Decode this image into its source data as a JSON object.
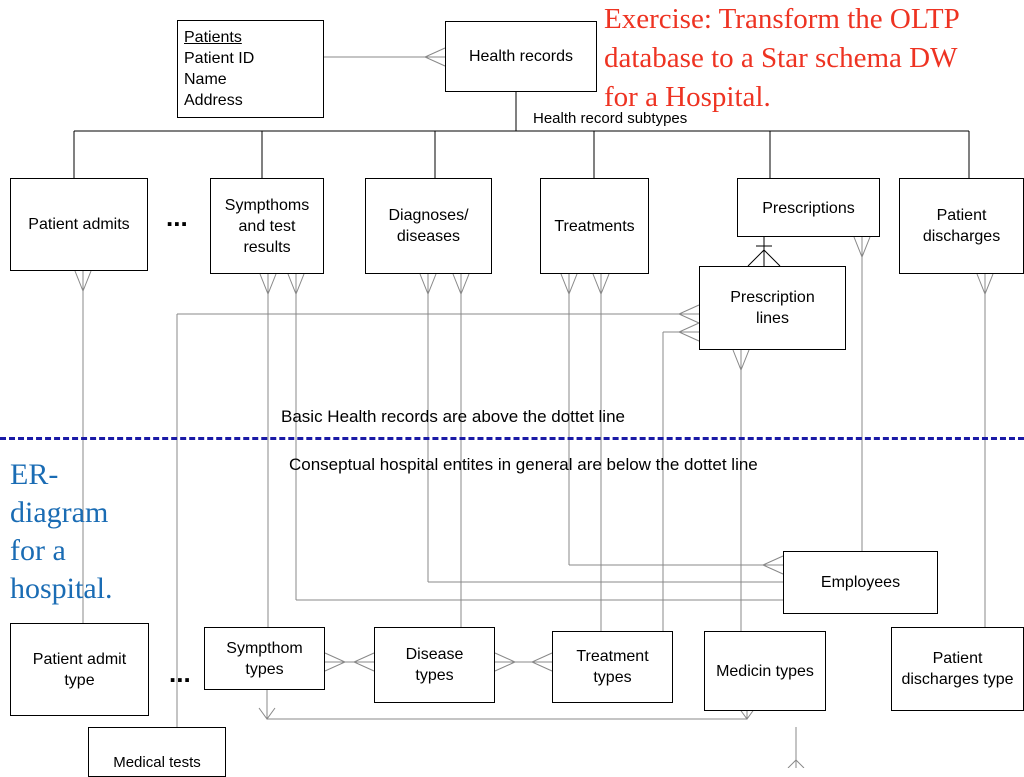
{
  "exercise_title": "Exercise: Transform the OLTP\ndatabase to a Star schema DW\nfor a Hospital.",
  "er_title": "ER-\ndiagram\nfor a\nhospital.",
  "patients": {
    "title": "Patients",
    "fields": [
      "Patient ID",
      "Name",
      "Address"
    ]
  },
  "entities": {
    "health_records": "Health records",
    "patient_admits": "Patient admits",
    "symptoms_results": "Sympthoms\nand test\nresults",
    "diagnoses": "Diagnoses/\ndiseases",
    "treatments": "Treatments",
    "prescriptions": "Prescriptions",
    "patient_discharges": "Patient\ndischarges",
    "prescription_lines": "Prescription\nlines",
    "employees": "Employees",
    "patient_admit_type": "Patient admit\ntype",
    "symptom_types": "Sympthom\ntypes",
    "disease_types": "Disease\ntypes",
    "treatment_types": "Treatment\ntypes",
    "medicin_types": "Medicin types",
    "patient_discharges_type": "Patient\ndischarges type",
    "medical_tests": "Medical tests"
  },
  "labels": {
    "subtypes": "Health record subtypes",
    "above_line": "Basic Health records are above the dottet line",
    "below_line": "Conseptual hospital entites in general are below the dottet line",
    "ellipsis": "..."
  },
  "colors": {
    "exercise": "#ee3322",
    "er_title": "#1a6cb4",
    "dotted_line": "#1a1aa6",
    "connector": "#888888"
  }
}
